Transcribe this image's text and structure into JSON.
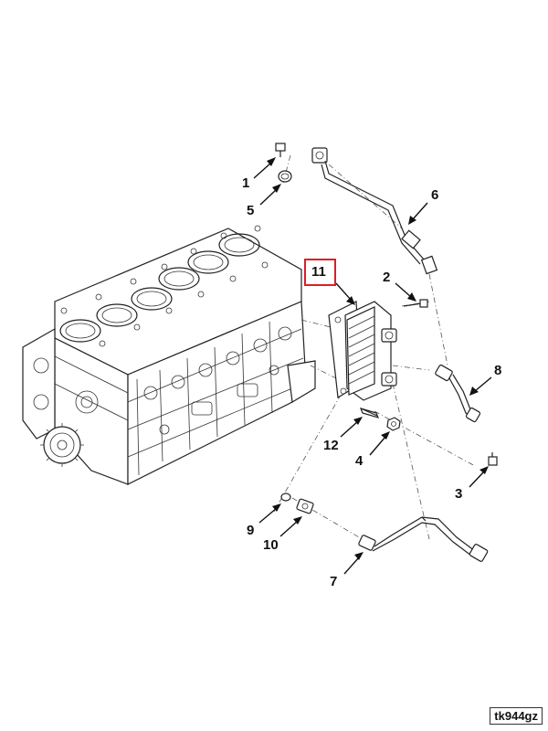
{
  "callouts": [
    {
      "id": "1",
      "label": "1"
    },
    {
      "id": "2",
      "label": "2"
    },
    {
      "id": "3",
      "label": "3"
    },
    {
      "id": "4",
      "label": "4"
    },
    {
      "id": "5",
      "label": "5"
    },
    {
      "id": "6",
      "label": "6"
    },
    {
      "id": "7",
      "label": "7"
    },
    {
      "id": "8",
      "label": "8"
    },
    {
      "id": "9",
      "label": "9"
    },
    {
      "id": "10",
      "label": "10"
    },
    {
      "id": "11",
      "label": "11"
    },
    {
      "id": "12",
      "label": "12"
    }
  ],
  "highlighted_callout": "11",
  "highlight_color": "#e01c24",
  "reference_code": "tk944gz"
}
